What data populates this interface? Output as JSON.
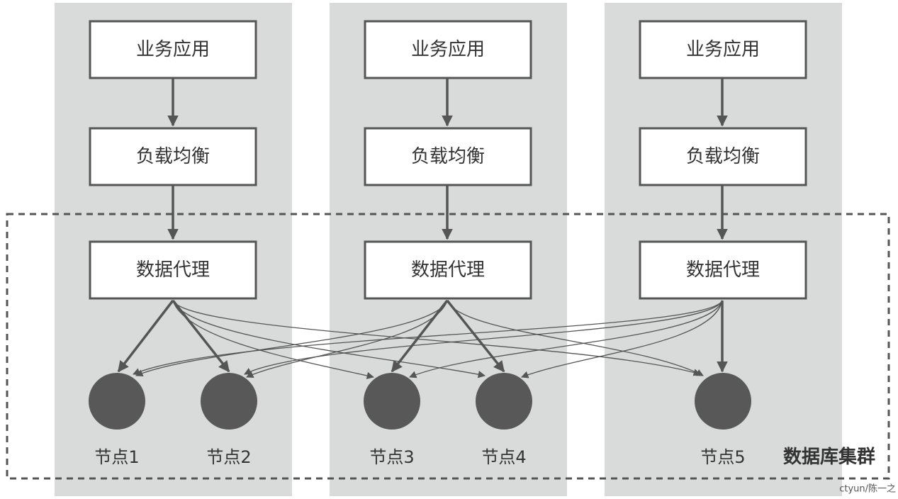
{
  "columns": [
    {
      "app": "业务应用",
      "lb": "负载均衡",
      "proxy": "数据代理"
    },
    {
      "app": "业务应用",
      "lb": "负载均衡",
      "proxy": "数据代理"
    },
    {
      "app": "业务应用",
      "lb": "负载均衡",
      "proxy": "数据代理"
    }
  ],
  "nodes": [
    {
      "label": "节点1"
    },
    {
      "label": "节点2"
    },
    {
      "label": "节点3"
    },
    {
      "label": "节点4"
    },
    {
      "label": "节点5"
    }
  ],
  "cluster_label": "数据库集群",
  "watermark": "ctyun/陈一之",
  "colors": {
    "column_bg": "#d9dbda",
    "stroke": "#555555",
    "node_fill": "#585858"
  }
}
